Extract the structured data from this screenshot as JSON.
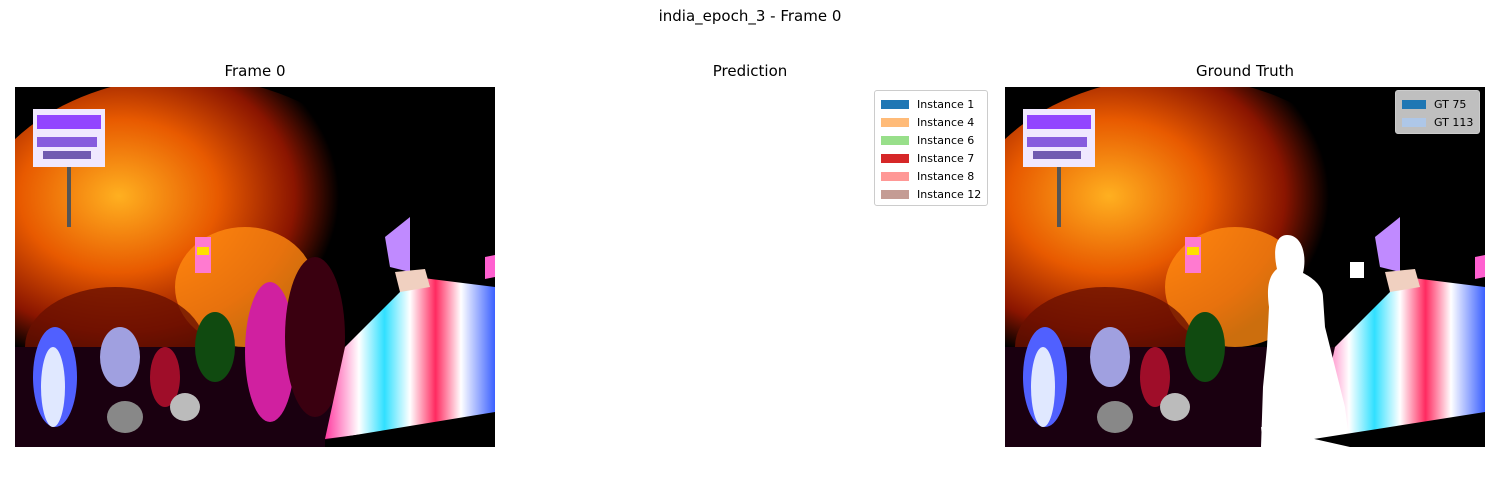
{
  "figure": {
    "suptitle": "india_epoch_3 - Frame 0"
  },
  "panels": [
    {
      "title": "Frame 0"
    },
    {
      "title": "Prediction"
    },
    {
      "title": "Ground Truth"
    }
  ],
  "prediction_legend": [
    {
      "label": "Instance 1",
      "color": "#1f77b4"
    },
    {
      "label": "Instance 4",
      "color": "#ffbb78"
    },
    {
      "label": "Instance 6",
      "color": "#98df8a"
    },
    {
      "label": "Instance 7",
      "color": "#d62728"
    },
    {
      "label": "Instance 8",
      "color": "#ff9896"
    },
    {
      "label": "Instance 12",
      "color": "#c49c94"
    }
  ],
  "ground_truth_legend": [
    {
      "label": "GT 75",
      "color": "#1f77b4"
    },
    {
      "label": "GT 113",
      "color": "#aec7e8"
    }
  ]
}
